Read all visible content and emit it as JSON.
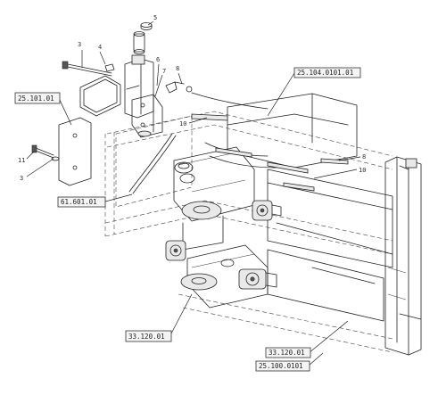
{
  "item_numbers": [
    "3",
    "4",
    "5",
    "6",
    "7",
    "8",
    "10",
    "11"
  ],
  "reference_boxes": {
    "plate_group": "25.101.01",
    "top_right": "25.104.0101.01",
    "left_mid": "61.601.01",
    "bottom_center": "33.120.01",
    "bottom_right_1": "33.120.01",
    "bottom_right_2": "25.100.0101"
  }
}
